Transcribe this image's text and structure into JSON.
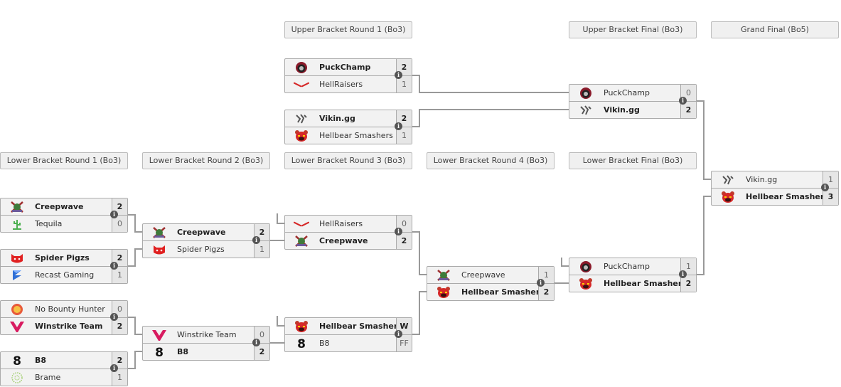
{
  "headers": {
    "ub_r1": "Upper Bracket Round 1 (Bo3)",
    "ub_final": "Upper Bracket Final (Bo3)",
    "grand_final": "Grand Final (Bo5)",
    "lb_r1": "Lower Bracket Round 1 (Bo3)",
    "lb_r2": "Lower Bracket Round 2 (Bo3)",
    "lb_r3": "Lower Bracket Round 3 (Bo3)",
    "lb_r4": "Lower Bracket Round 4 (Bo3)",
    "lb_final": "Lower Bracket Final (Bo3)"
  },
  "info_glyph": "i",
  "matches": {
    "ub1a": [
      {
        "name": "PuckChamp",
        "score": "2",
        "win": true,
        "logo": "puckchamp"
      },
      {
        "name": "HellRaisers",
        "score": "1",
        "win": false,
        "logo": "hellraisers"
      }
    ],
    "ub1b": [
      {
        "name": "Vikin.gg",
        "score": "2",
        "win": true,
        "logo": "vikin"
      },
      {
        "name": "Hellbear Smashers",
        "score": "1",
        "win": false,
        "logo": "hellbear"
      }
    ],
    "ubf": [
      {
        "name": "PuckChamp",
        "score": "0",
        "win": false,
        "logo": "puckchamp"
      },
      {
        "name": "Vikin.gg",
        "score": "2",
        "win": true,
        "logo": "vikin"
      }
    ],
    "gf": [
      {
        "name": "Vikin.gg",
        "score": "1",
        "win": false,
        "logo": "vikin"
      },
      {
        "name": "Hellbear Smashers",
        "score": "3",
        "win": true,
        "logo": "hellbear"
      }
    ],
    "lb1a": [
      {
        "name": "Creepwave",
        "score": "2",
        "win": true,
        "logo": "creepwave"
      },
      {
        "name": "Tequila",
        "score": "0",
        "win": false,
        "logo": "tequila"
      }
    ],
    "lb1b": [
      {
        "name": "Spider Pigzs",
        "score": "2",
        "win": true,
        "logo": "spiderpigzs"
      },
      {
        "name": "Recast Gaming",
        "score": "1",
        "win": false,
        "logo": "recast"
      }
    ],
    "lb1c": [
      {
        "name": "No Bounty Hunter",
        "score": "0",
        "win": false,
        "logo": "nobounty"
      },
      {
        "name": "Winstrike Team",
        "score": "2",
        "win": true,
        "logo": "winstrike"
      }
    ],
    "lb1d": [
      {
        "name": "B8",
        "score": "2",
        "win": true,
        "logo": "b8"
      },
      {
        "name": "Brame",
        "score": "1",
        "win": false,
        "logo": "brame"
      }
    ],
    "lb2a": [
      {
        "name": "Creepwave",
        "score": "2",
        "win": true,
        "logo": "creepwave"
      },
      {
        "name": "Spider Pigzs",
        "score": "1",
        "win": false,
        "logo": "spiderpigzs"
      }
    ],
    "lb2b": [
      {
        "name": "Winstrike Team",
        "score": "0",
        "win": false,
        "logo": "winstrike"
      },
      {
        "name": "B8",
        "score": "2",
        "win": true,
        "logo": "b8"
      }
    ],
    "lb3a": [
      {
        "name": "HellRaisers",
        "score": "0",
        "win": false,
        "logo": "hellraisers"
      },
      {
        "name": "Creepwave",
        "score": "2",
        "win": true,
        "logo": "creepwave"
      }
    ],
    "lb3b": [
      {
        "name": "Hellbear Smashers",
        "score": "W",
        "win": true,
        "logo": "hellbear"
      },
      {
        "name": "B8",
        "score": "FF",
        "win": false,
        "logo": "b8"
      }
    ],
    "lb4": [
      {
        "name": "Creepwave",
        "score": "1",
        "win": false,
        "logo": "creepwave"
      },
      {
        "name": "Hellbear Smashers",
        "score": "2",
        "win": true,
        "logo": "hellbear"
      }
    ],
    "lbf": [
      {
        "name": "PuckChamp",
        "score": "1",
        "win": false,
        "logo": "puckchamp"
      },
      {
        "name": "Hellbear Smashers",
        "score": "2",
        "win": true,
        "logo": "hellbear"
      }
    ]
  },
  "colors": {
    "line": "#999999",
    "box_bg": "#f2f2f2",
    "score_bg": "#e6e6e6",
    "header_bg": "#f0f0f0"
  }
}
